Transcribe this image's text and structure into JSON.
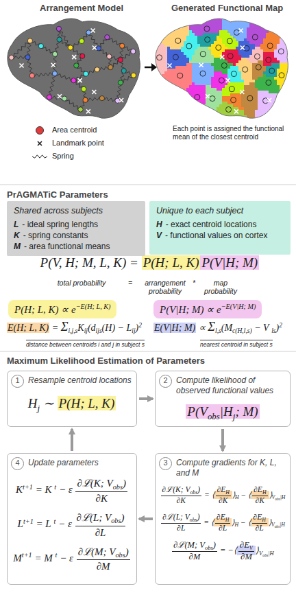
{
  "diagram": {
    "nodes": [
      {
        "text": [
          "Shared across subjects",
          "L",
          "- ideal spring lengths",
          "K",
          "- spring constants",
          "M",
          "- area functional means"
        ]
      },
      {
        "text": [
          "Unique to each subject",
          "H",
          "- exact centroid locations",
          "V",
          "- functional values on cortex"
        ]
      },
      {
        "text": [
          "P(H; L, K) ∝ e",
          "−E(H; L, K)"
        ]
      },
      {
        "text": [
          "P(V|H; M) ∝ e",
          "−E(V|H; M)"
        ]
      },
      {
        "text": [
          "Resample centroid locations",
          "H",
          "j",
          "∼",
          "P(H; L, K)"
        ]
      },
      {
        "text": [
          "1"
        ],
        "in": 4
      },
      {
        "text": [
          "Compute likelihood of observed functional values",
          "P(V",
          "obs",
          "|H",
          "j",
          "; M)"
        ]
      },
      {
        "text": [
          "2"
        ],
        "in": 6
      },
      {
        "text": [
          "Compute gradients for K, L, and M",
          "∂ℒ(K; V",
          "obs",
          ")",
          "∂K",
          "=",
          "⟨",
          "∂E",
          "H",
          "∂K",
          "⟩",
          "H",
          "−",
          "⟨",
          "∂E",
          "H",
          "∂K",
          "⟩",
          "V",
          "obs",
          "|H",
          "∂ℒ(L; V",
          "obs",
          ")",
          "∂L",
          "=",
          "⟨",
          "∂E",
          "H",
          "∂L",
          "⟩",
          "H",
          "−",
          "⟨",
          "∂E",
          "H",
          "∂L",
          "⟩",
          "V",
          "obs",
          "|H",
          "∂ℒ(M; V",
          "obs",
          ")",
          "∂M",
          "=",
          "−",
          "⟨",
          "∂E",
          "V",
          "∂M",
          "⟩",
          "V",
          "obs",
          "|H"
        ]
      },
      {
        "text": [
          "3"
        ],
        "in": 8
      },
      {
        "text": [
          "Update parameters",
          "K",
          "t+1",
          "= K",
          "t",
          "− ε",
          "∂ℒ(K; V",
          "obs",
          ")",
          "∂K",
          "L",
          "t+1",
          "= L",
          "t",
          "− ε",
          "∂ℒ(L; V",
          "obs",
          ")",
          "∂L",
          "M",
          "t+1",
          "= M",
          "t",
          "− ε",
          "∂ℒ(M; V",
          "obs",
          ")",
          "∂M"
        ]
      },
      {
        "text": [
          "4"
        ],
        "in": 10
      }
    ],
    "edges": [
      {
        "from": 4,
        "to": 6,
        "arrow": "to"
      },
      {
        "from": 6,
        "to": 8,
        "arrow": "to"
      },
      {
        "from": 8,
        "to": 10,
        "arrow": "to"
      },
      {
        "from": 10,
        "to": 4,
        "arrow": "to"
      }
    ],
    "labels": [
      "Arrangement Model",
      "Generated Functional Map",
      "Each point is assigned the functional mean of the closest centroid",
      "PrAGMATiC Parameters",
      "P(V, H; M, L, K) =",
      "P(H; L, K)",
      "P(V|H; M)",
      "total probability",
      "=",
      "arrangement probability",
      "*",
      "map probability",
      "E(H; L, K)",
      "=",
      "Σ",
      "i,j,s",
      "K",
      "ij",
      "(d",
      "ijs",
      "(H) − L",
      "ij",
      ")",
      "2",
      "distance between centroids i and j in subject s",
      "E(V|H; M)",
      "∝",
      "Σ",
      "l,s",
      "(M",
      "c(H,l,s)",
      "− V",
      "ls",
      ")",
      "2",
      "nearest centroid in subject s",
      "Maximum Likelihood Estimation of Parameters"
    ],
    "legend": [
      {
        "text": "Area centroid"
      },
      {
        "text": "Landmark point"
      },
      {
        "text": "Spring"
      }
    ]
  }
}
